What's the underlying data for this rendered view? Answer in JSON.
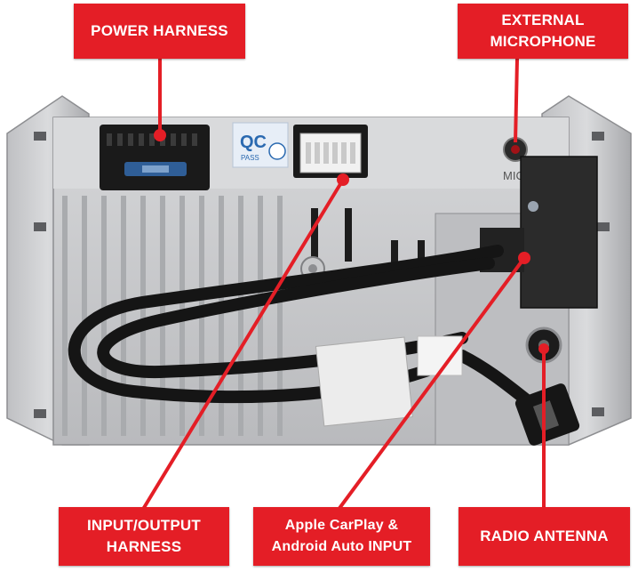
{
  "callouts": {
    "power_harness": "POWER HARNESS",
    "external_microphone": {
      "line1": "EXTERNAL",
      "line2": "MICROPHONE"
    },
    "input_output_harness": {
      "line1": "INPUT/OUTPUT",
      "line2": "HARNESS"
    },
    "carplay_input": {
      "line1": "Apple CarPlay &",
      "line2": "Android Auto INPUT"
    },
    "radio_antenna": "RADIO ANTENNA"
  },
  "device_labels": {
    "qc_sticker": "QC",
    "qc_sticker_sub": "PASS",
    "mic_jack_label": "MIC"
  },
  "colors": {
    "callout_red": "#e41e26",
    "chassis": "#c9cacc",
    "chassis_dark": "#9ea0a3",
    "cable": "#151515"
  }
}
